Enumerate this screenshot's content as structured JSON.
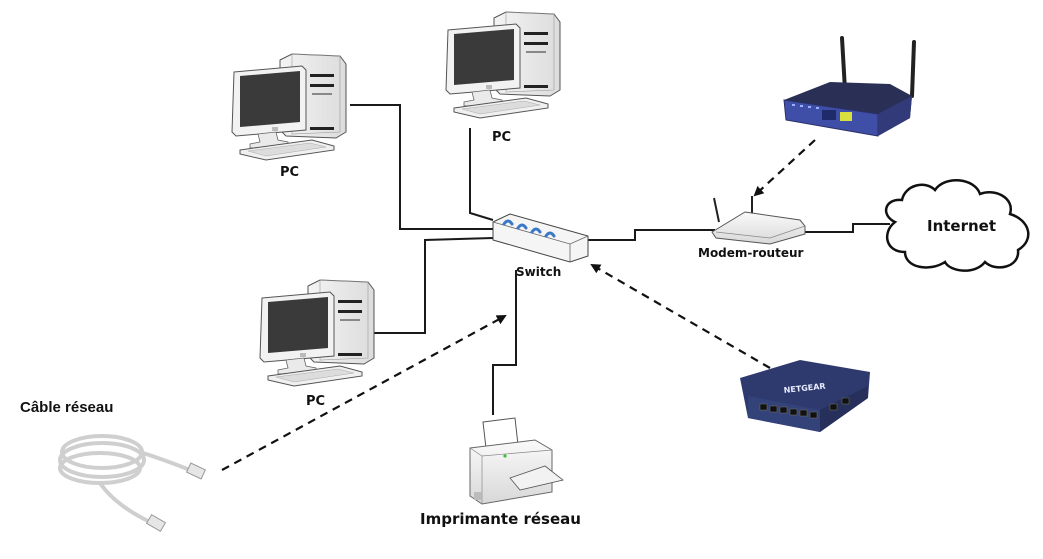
{
  "diagram": {
    "type": "network-topology",
    "language": "fr",
    "nodes": {
      "pc_top_left": {
        "label": "PC",
        "kind": "desktop-computer"
      },
      "pc_top_center": {
        "label": "PC",
        "kind": "desktop-computer"
      },
      "pc_bottom_left": {
        "label": "PC",
        "kind": "desktop-computer"
      },
      "switch": {
        "label": "Switch",
        "kind": "network-switch"
      },
      "modem_router": {
        "label": "Modem-routeur",
        "kind": "modem-router"
      },
      "internet": {
        "label": "Internet",
        "kind": "cloud"
      },
      "printer": {
        "label": "Imprimante réseau",
        "kind": "network-printer"
      },
      "cable": {
        "label": "Câble réseau",
        "kind": "ethernet-cable-photo"
      },
      "wifi_router_photo": {
        "label": "",
        "kind": "wireless-router-photo"
      },
      "netgear_switch_photo": {
        "label": "",
        "kind": "switch-photo",
        "brand_text": "NETGEAR"
      }
    },
    "edges": [
      {
        "from": "pc_top_left",
        "to": "switch",
        "style": "solid"
      },
      {
        "from": "pc_top_center",
        "to": "switch",
        "style": "solid"
      },
      {
        "from": "pc_bottom_left",
        "to": "switch",
        "style": "solid"
      },
      {
        "from": "printer",
        "to": "switch",
        "style": "solid"
      },
      {
        "from": "switch",
        "to": "modem_router",
        "style": "solid"
      },
      {
        "from": "modem_router",
        "to": "internet",
        "style": "solid"
      },
      {
        "from": "wifi_router_photo",
        "to": "modem_router",
        "style": "dashed-arrow",
        "meaning": "illustration"
      },
      {
        "from": "netgear_switch_photo",
        "to": "switch",
        "style": "dashed-arrow",
        "meaning": "illustration"
      },
      {
        "from": "cable",
        "to": "switch",
        "style": "dashed-arrow",
        "meaning": "illustration"
      }
    ],
    "colors": {
      "wire": "#1a1a1a",
      "monitor_screen": "#3a3a3a",
      "switch_leds": "#3b78c8",
      "wifi_router_body": "#3f4fa8",
      "netgear_body": "#2e3a6e",
      "printer_led": "#3fbf3f"
    }
  }
}
